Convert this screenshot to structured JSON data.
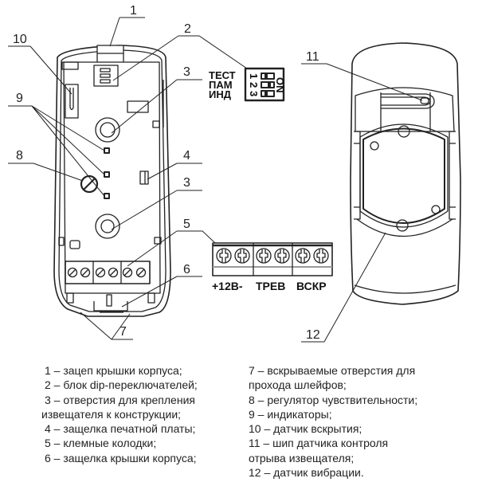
{
  "callouts": {
    "n1": "1",
    "n2": "2",
    "n3a": "3",
    "n3b": "3",
    "n4": "4",
    "n5": "5",
    "n6": "6",
    "n7": "7",
    "n8": "8",
    "n9": "9",
    "n10": "10",
    "n11": "11",
    "n12": "12"
  },
  "dip_switch": {
    "labels": [
      "ТЕСТ",
      "ПАМ",
      "ИНД"
    ],
    "numbers": [
      "1",
      "2",
      "3"
    ],
    "on_label": "ON"
  },
  "terminal_block": {
    "labels": [
      "+12В-",
      "ТРЕВ",
      "ВСКР"
    ]
  },
  "legend": {
    "left": [
      "1 – зацеп крышки корпуса;",
      "2 – блок dip-переключателей;",
      "3 – отверстия для  крепления",
      "извещателя к конструкции;",
      "4 – защелка печатной платы;",
      "5 – клемные колодки;",
      "6 – защелка крышки корпуса;"
    ],
    "right": [
      "7 – вскрываемые отверстия для",
      "прохода шлейфов;",
      "8 – регулятор чувствительности;",
      "9 – индикаторы;",
      "10 – датчик вскрытия;",
      "11 – шип датчика контроля",
      "отрыва извещателя;",
      "12 – датчик вибрации."
    ]
  }
}
